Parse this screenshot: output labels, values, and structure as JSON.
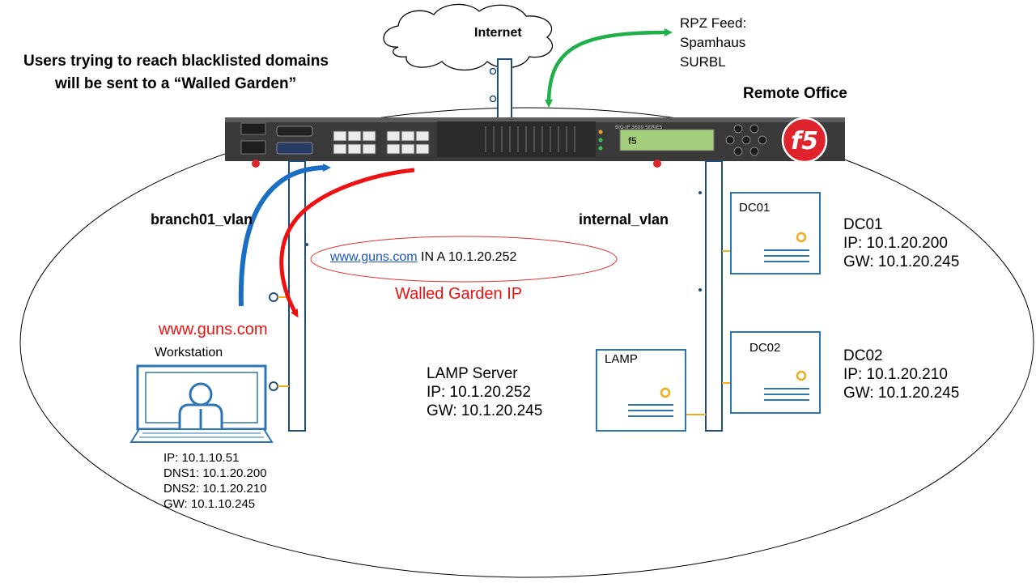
{
  "cloud": {
    "label": "Internet"
  },
  "rpz": {
    "lines": "RPZ Feed:\nSpamhaus\nSURBL"
  },
  "headline": {
    "line1": "Users trying to reach blacklisted domains",
    "line2": "will be sent to a “Walled Garden”"
  },
  "site": {
    "label": "Remote Office"
  },
  "device": {
    "model_text": "BIG-IP 3600 SERIES",
    "logo_text": "f5",
    "lcd_text": "f5"
  },
  "vlans": {
    "branch": "branch01_vlan",
    "internal": "internal_vlan"
  },
  "dns_record": {
    "domain": "www.guns.com",
    "rest": " IN A 10.1.20.252"
  },
  "walled_garden": {
    "label": "Walled Garden IP"
  },
  "request": {
    "domain": "www.guns.com"
  },
  "workstation": {
    "title": "Workstation",
    "info": "IP: 10.1.10.51\nDNS1: 10.1.20.200\nDNS2: 10.1.20.210\nGW: 10.1.10.245"
  },
  "lamp": {
    "box_label": "LAMP",
    "info": "LAMP Server\nIP: 10.1.20.252\nGW: 10.1.20.245"
  },
  "dc01": {
    "box_label": "DC01",
    "info": "DC01\nIP:  10.1.20.200\nGW: 10.1.20.245"
  },
  "dc02": {
    "box_label": "DC02",
    "info": "DC02\nIP:  10.1.20.210\nGW: 10.1.20.245"
  },
  "colors": {
    "blue_arrow": "#1a6fc4",
    "red_arrow": "#ee1111",
    "green_arrow": "#1fb04a",
    "server_outline": "#2e75b6",
    "port_orange": "#f2a91a"
  },
  "icons": [
    "cloud-icon",
    "f5-appliance-icon",
    "workstation-icon",
    "server-icon"
  ]
}
